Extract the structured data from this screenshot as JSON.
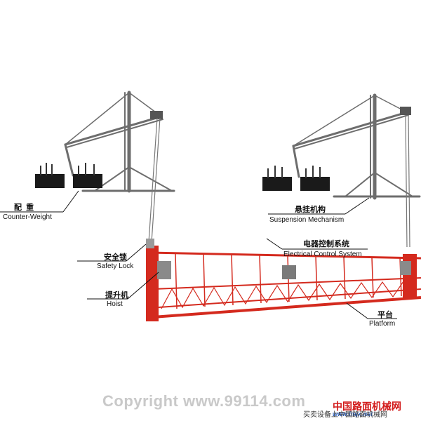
{
  "labels": {
    "counterweight": {
      "cn": "配  重",
      "en": "Counter-Weight"
    },
    "suspension": {
      "cn": "悬挂机构",
      "en": "Suspension Mechanism"
    },
    "electrical": {
      "cn": "电器控制系统",
      "en": "Electrical Control System"
    },
    "safety_lock": {
      "cn": "安全锁",
      "en": "Safety Lock"
    },
    "hoist": {
      "cn": "提升机",
      "en": "Hoist"
    },
    "platform": {
      "cn": "平台",
      "en": "Platform"
    }
  },
  "watermark": {
    "copyright": "Copyright www.99114.com",
    "logo_cn": "中国路面机械网",
    "logo_url": "www.lmjx.net",
    "tagline": "买卖设备上中国路面机械网"
  },
  "colors": {
    "platform_red": "#d42a1e",
    "frame_gray": "#6d6d6d",
    "weight_black": "#1a1a1a"
  }
}
